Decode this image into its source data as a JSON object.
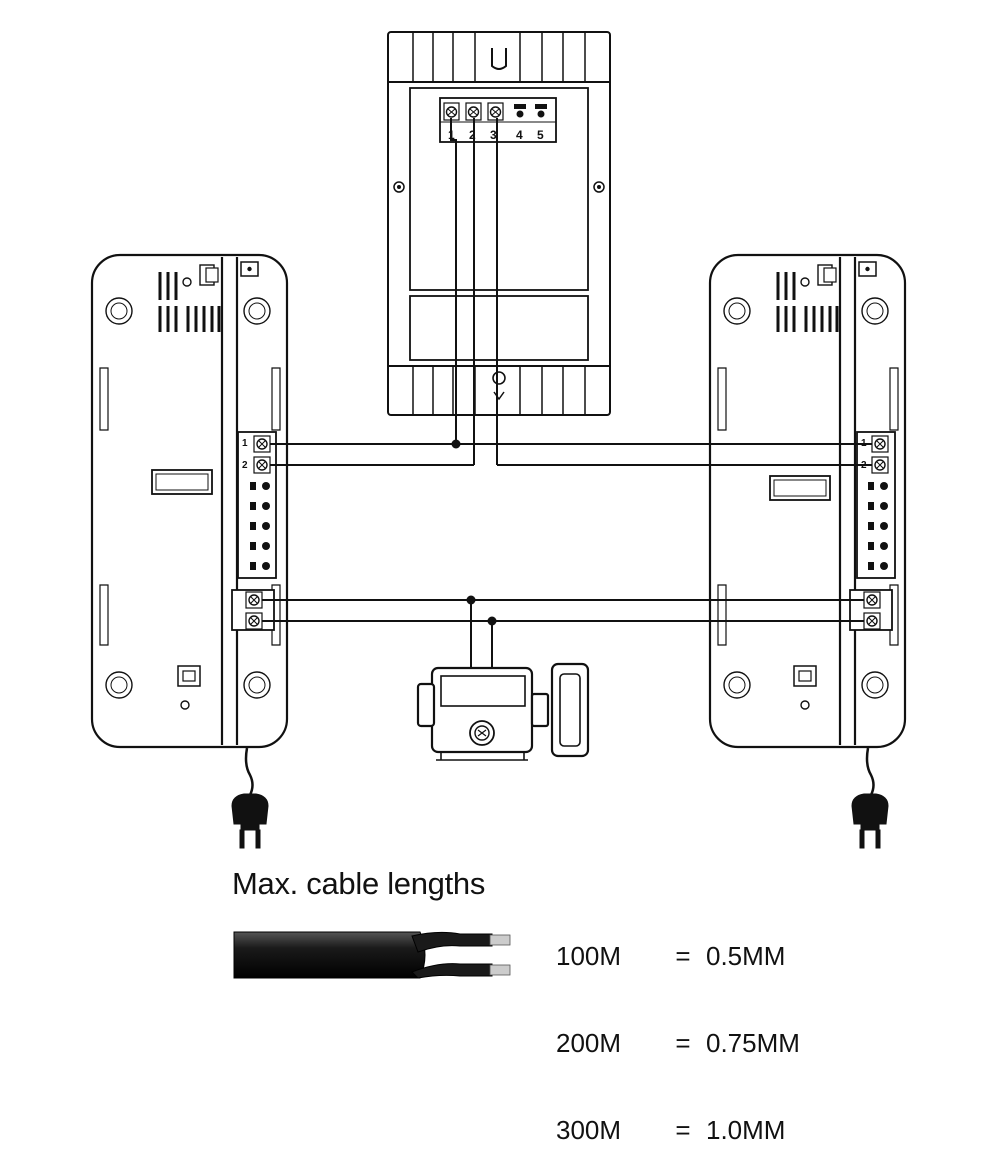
{
  "power_supply": {
    "terminals": [
      "1",
      "2",
      "3",
      "4",
      "5"
    ]
  },
  "monitor_left": {
    "terminals": [
      "1",
      "2"
    ]
  },
  "monitor_right": {
    "terminals": [
      "1",
      "2"
    ]
  },
  "cable_info": {
    "title": "Max. cable lengths",
    "rows": [
      {
        "length": "100M",
        "eq": "=",
        "gauge": "0.5MM"
      },
      {
        "length": "200M",
        "eq": "=",
        "gauge": "0.75MM"
      },
      {
        "length": "300M",
        "eq": "=",
        "gauge": "1.0MM"
      }
    ]
  },
  "colors": {
    "line": "#111111",
    "wire_copper": "#cccccc"
  }
}
